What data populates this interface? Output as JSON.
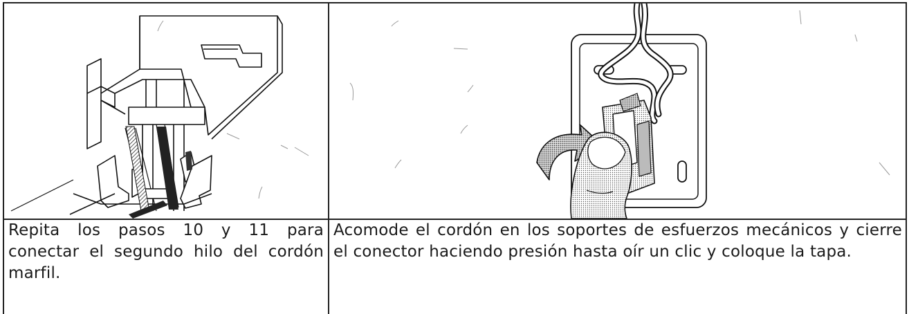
{
  "steps": [
    {
      "illustration": "connector-wire-insertion-illustration",
      "caption": "Repita los pasos 10 y 11 para conectar el segundo hilo del cordón marfil."
    },
    {
      "illustration": "connector-closing-illustration",
      "caption": "Acomode el cordón en los soportes de esfuerzos mecánicos y cierre el conector haciendo presión hasta oír un clic y coloque la tapa."
    }
  ]
}
